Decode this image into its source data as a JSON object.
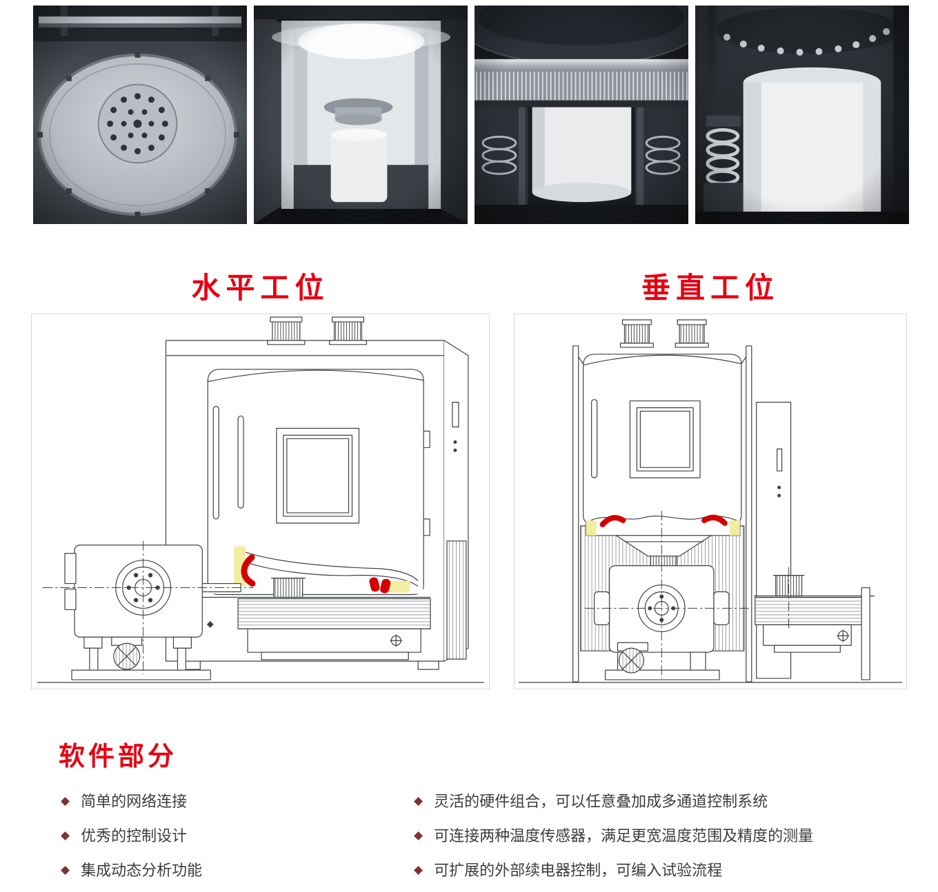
{
  "colors": {
    "accent_red": "#e60012",
    "bullet_diamond": "#7d3333",
    "body_text": "#3d3d3d",
    "box_border": "#d9d9d9",
    "drawing_line": "#3c4043",
    "highlight_yellow": "#f3eda0",
    "hose_red": "#d40000"
  },
  "stations": {
    "horizontal_title": "水平工位",
    "vertical_title": "垂直工位"
  },
  "software": {
    "title": "软件部分",
    "bullet_glyph": "◆",
    "features_left": [
      "简单的网络连接",
      "优秀的控制设计",
      "集成动态分析功能"
    ],
    "features_right": [
      "灵活的硬件组合，可以任意叠加成多通道控制系统",
      "可连接两种温度传感器，满足更宽温度范围及精度的测量",
      "可扩展的外部续电器控制，可编入试验流程"
    ]
  }
}
